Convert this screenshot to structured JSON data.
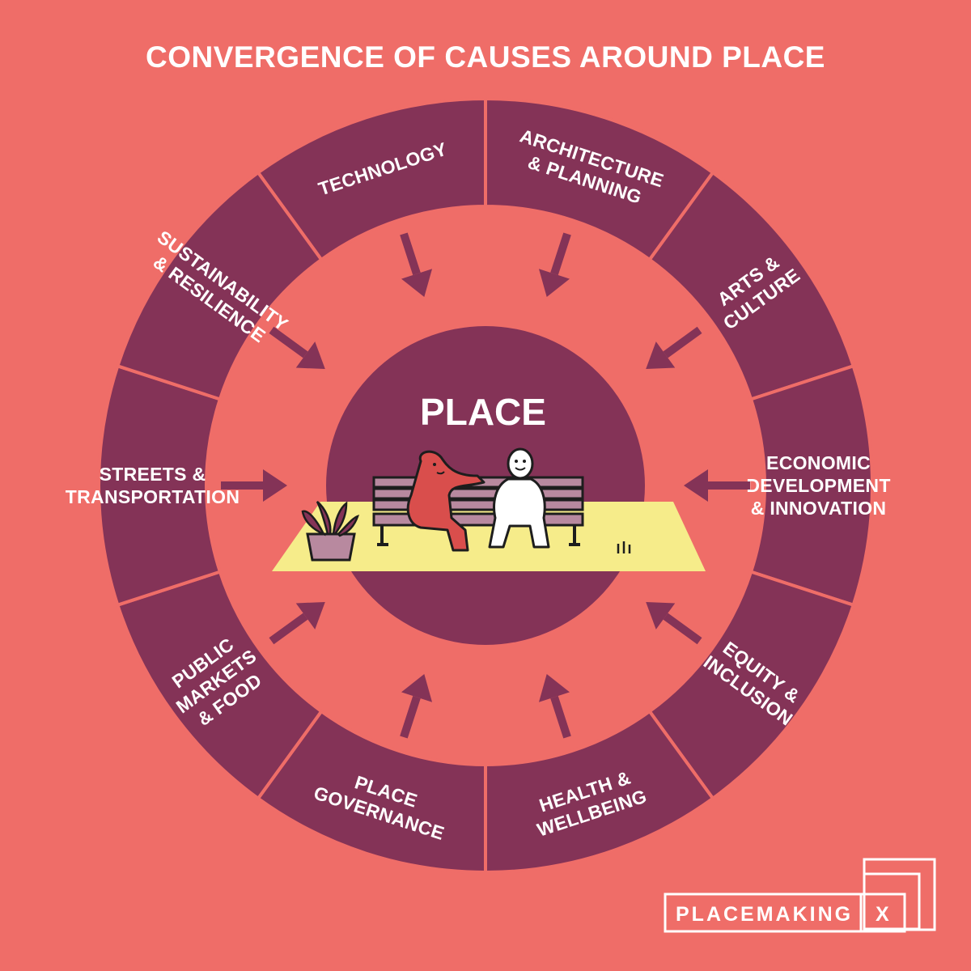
{
  "title": "CONVERGENCE OF CAUSES AROUND PLACE",
  "colors": {
    "background": "#EF6D68",
    "ring": "#843357",
    "bench_floor": "#F6EC8A",
    "arrow": "#843357",
    "text": "#FFFFFF"
  },
  "center": {
    "label": "PLACE",
    "illustration": "two-people-on-bench-icon"
  },
  "segments": [
    {
      "name": "technology",
      "lines": [
        "TECHNOLOGY"
      ]
    },
    {
      "name": "architecture-planning",
      "lines": [
        "ARCHITECTURE",
        "& PLANNING"
      ]
    },
    {
      "name": "arts-culture",
      "lines": [
        "ARTS &",
        "CULTURE"
      ]
    },
    {
      "name": "economic-development-innovation",
      "lines": [
        "ECONOMIC",
        "DEVELOPMENT",
        "& INNOVATION"
      ]
    },
    {
      "name": "equity-inclusion",
      "lines": [
        "EQUITY &",
        "INCLUSION"
      ]
    },
    {
      "name": "health-wellbeing",
      "lines": [
        "HEALTH &",
        "WELLBEING"
      ]
    },
    {
      "name": "place-governance",
      "lines": [
        "PLACE",
        "GOVERNANCE"
      ]
    },
    {
      "name": "public-markets-food",
      "lines": [
        "PUBLIC",
        "MARKETS",
        "& FOOD"
      ]
    },
    {
      "name": "streets-transportation",
      "lines": [
        "STREETS &",
        "TRANSPORTATION"
      ]
    },
    {
      "name": "sustainability-resilience",
      "lines": [
        "SUSTAINABILITY",
        "& RESILIENCE"
      ]
    }
  ],
  "brand": {
    "name": "PLACEMAKING",
    "mark": "X"
  }
}
